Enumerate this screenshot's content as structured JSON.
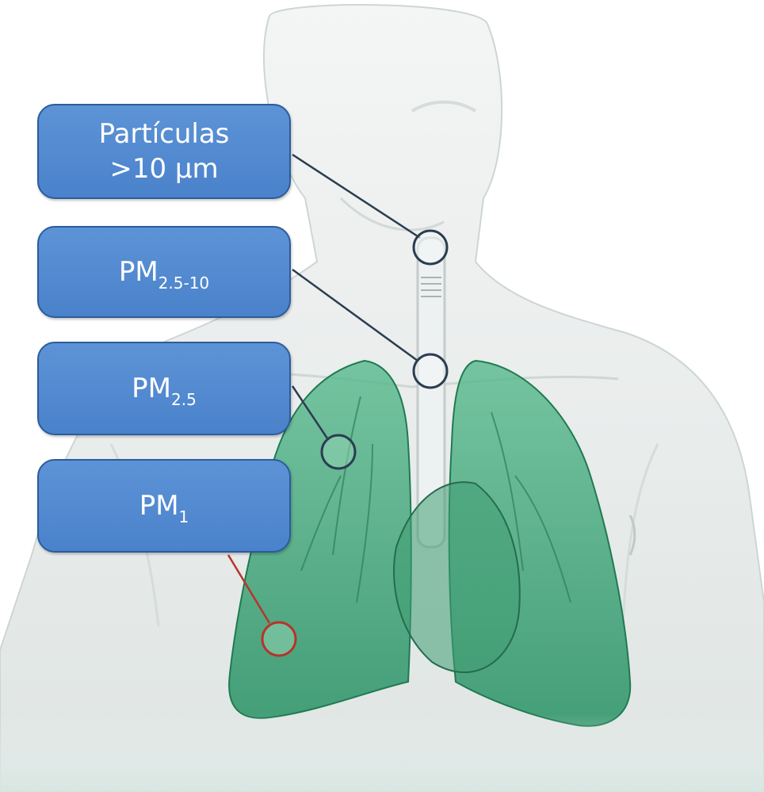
{
  "labels": {
    "coarse": {
      "line1": "Partículas",
      "line2": ">10 µm"
    },
    "pm25_10": {
      "main": "PM",
      "sub": "2.5-10"
    },
    "pm25": {
      "main": "PM",
      "sub": "2.5"
    },
    "pm1": {
      "main": "PM",
      "sub": "1"
    }
  },
  "colors": {
    "box_fill": "#5189d0",
    "box_border": "#2b5c9c",
    "lung_green": "#3fa77a",
    "callout_dark": "#2b3d52",
    "callout_red": "#b5352c"
  }
}
